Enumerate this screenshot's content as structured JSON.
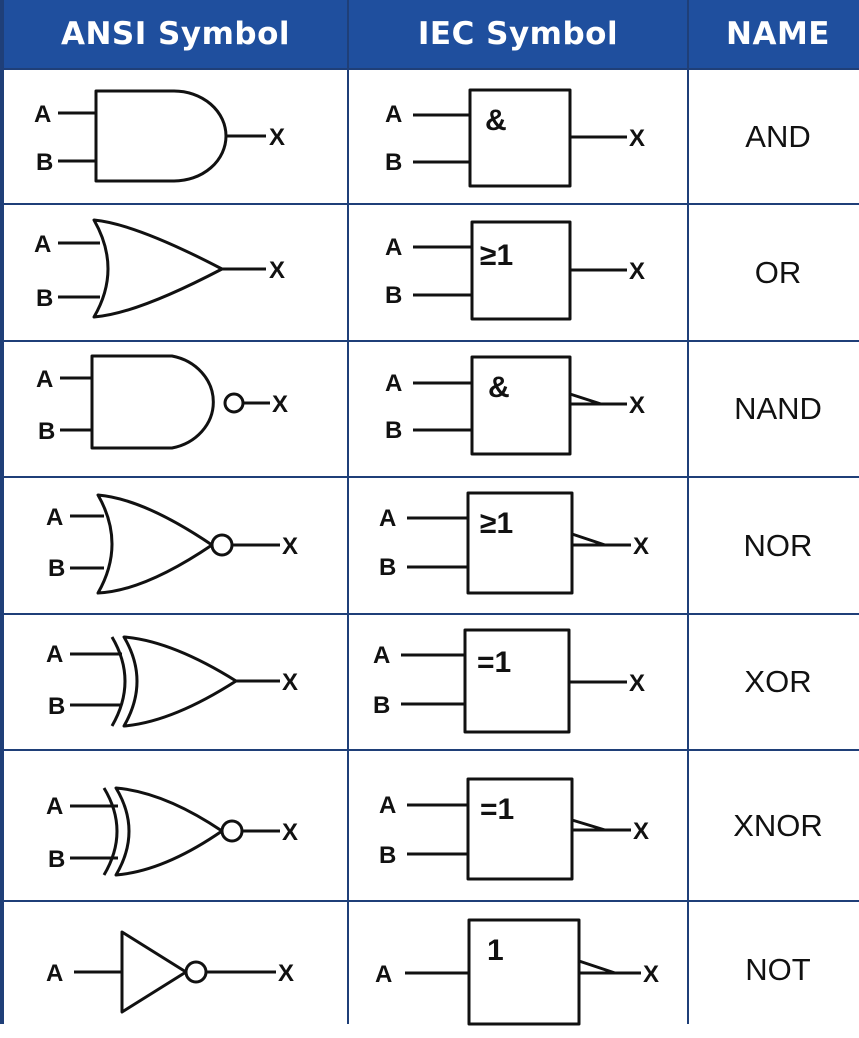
{
  "headers": {
    "ansi": "ANSI Symbol",
    "iec": "IEC Symbol",
    "name": "NAME"
  },
  "labels": {
    "a": "A",
    "b": "B",
    "x": "X"
  },
  "gates": [
    {
      "name": "AND",
      "iec_symbol": "&"
    },
    {
      "name": "OR",
      "iec_symbol": "≥1"
    },
    {
      "name": "NAND",
      "iec_symbol": "&"
    },
    {
      "name": "NOR",
      "iec_symbol": "≥1"
    },
    {
      "name": "XOR",
      "iec_symbol": "=1"
    },
    {
      "name": "XNOR",
      "iec_symbol": "=1"
    },
    {
      "name": "NOT",
      "iec_symbol": "1"
    }
  ],
  "colors": {
    "header_bg": "#1f4f9e",
    "border": "#1f3f78",
    "text": "#111111"
  }
}
